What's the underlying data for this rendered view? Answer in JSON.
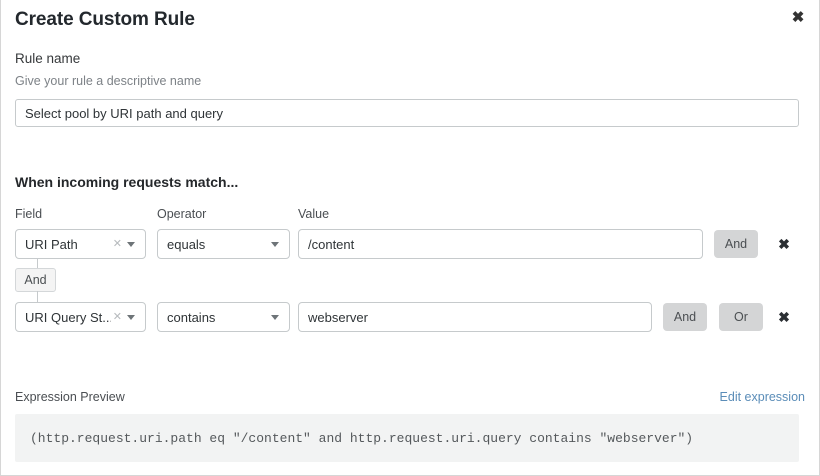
{
  "dialog": {
    "title": "Create Custom Rule",
    "close_icon": "close-icon"
  },
  "rule_name": {
    "label": "Rule name",
    "help_text": "Give your rule a descriptive name",
    "value": "Select pool by URI path and query",
    "placeholder": "Rule name"
  },
  "match_section": {
    "heading": "When incoming requests match...",
    "columns": {
      "field": "Field",
      "operator": "Operator",
      "value": "Value"
    },
    "join_operator": "And",
    "rows": [
      {
        "field": "URI Path",
        "operator": "equals",
        "value": "/content",
        "clear_icon": "clear-x-icon",
        "caret_icon": "chevron-down-icon",
        "delete_icon": "delete-x-icon",
        "logic_buttons": [
          "And"
        ]
      },
      {
        "field": "URI Query St...",
        "operator": "contains",
        "value": "webserver",
        "clear_icon": "clear-x-icon",
        "caret_icon": "chevron-down-icon",
        "delete_icon": "delete-x-icon",
        "logic_buttons": [
          "And",
          "Or"
        ]
      }
    ]
  },
  "expression_preview": {
    "label": "Expression Preview",
    "edit_link": "Edit expression",
    "code": "(http.request.uri.path eq \"/content\" and http.request.uri.query contains \"webserver\")"
  },
  "colors": {
    "link": "#5b8db8",
    "logic_button_bg": "#d4d5d6",
    "code_bg": "#f2f3f3",
    "border": "#c6cacc"
  }
}
